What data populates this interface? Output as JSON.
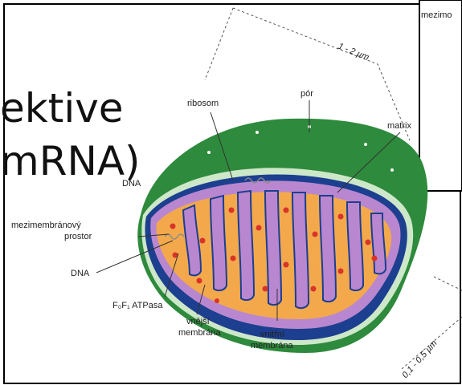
{
  "slide": {
    "title_line1": "ektive",
    "title_line2": "mRNA)"
  },
  "inset": {
    "label": "mezimo"
  },
  "diagram": {
    "labels": {
      "ribosom": "ribosom",
      "por": "pór",
      "matrix": "matrix",
      "dna_top": "DNA",
      "mezimembranovy": "mezimembránový",
      "prostor": "prostor",
      "dna": "DNA",
      "atpasa": "F₀F₁ ATPasa",
      "vnejsi_1": "vnější",
      "vnejsi_2": "membrána",
      "vnitrni_1": "vnitřní",
      "vnitrni_2": "membrána",
      "length": "1 - 2 µm",
      "width": "0,1 - 0,5 µm"
    }
  },
  "colors": {
    "outer_membrane": "#2e8a3c",
    "intermembrane": "#b987cf",
    "inner_membrane": "#1d3f8f",
    "matrix": "#f3a94b",
    "ribosome": "#d8342a"
  }
}
